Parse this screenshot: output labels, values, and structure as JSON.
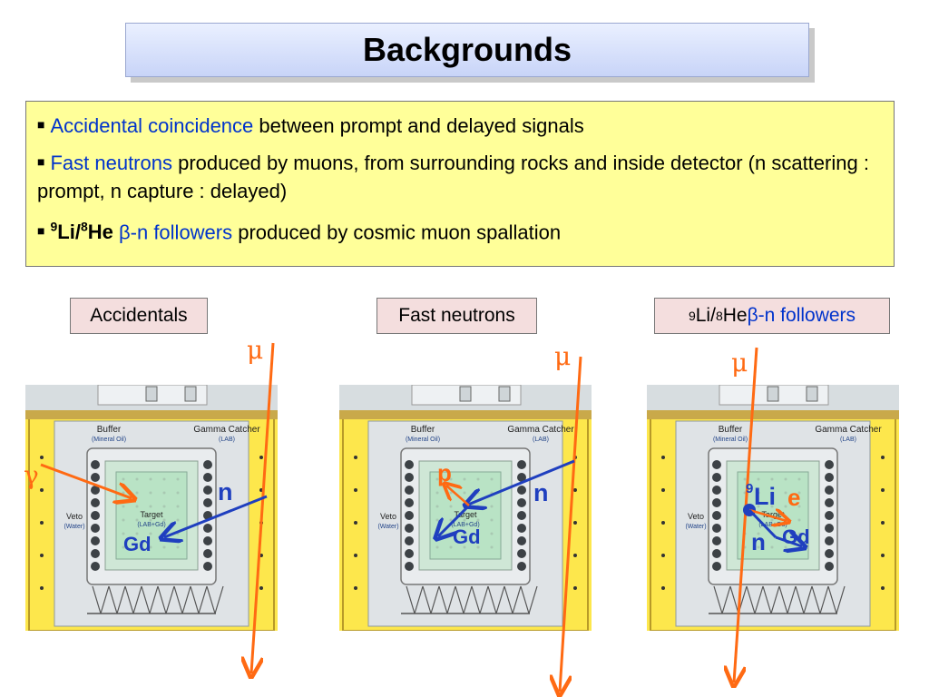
{
  "title": "Backgrounds",
  "bullets": [
    {
      "highlight": "Accidental coincidence",
      "rest": " between prompt and delayed signals"
    },
    {
      "highlight": "Fast neutrons",
      "rest": " produced by muons,  from surrounding rocks and inside detector   (n scattering : prompt,    n capture : delayed)"
    },
    {
      "iso1_mass": "9",
      "iso1": "Li",
      "slash": "/",
      "iso2_mass": "8",
      "iso2": "He",
      "highlight": " β-n followers",
      "rest": " produced by cosmic muon spallation"
    }
  ],
  "panel_labels": {
    "accidentals": "Accidentals",
    "fast_neutrons": "Fast neutrons",
    "li_he": {
      "mass1": "9",
      "iso1": "Li/",
      "mass2": "8",
      "iso2": "He ",
      "rest": "β-n followers"
    }
  },
  "detector_labels": {
    "buffer": "Buffer",
    "buffer_sub": "(Mineral Oil)",
    "gamma_catcher": "Gamma Catcher",
    "gc_sub": "(LAB)",
    "veto": "Veto",
    "veto_sub": "(Water)",
    "target": "Target",
    "target_sub": "(LAB+Gd)"
  },
  "annotations": {
    "mu": "μ",
    "gamma": "γ",
    "n": "n",
    "gd": "Gd",
    "p": "p",
    "li": "Li",
    "li_mass": "9",
    "e": "e"
  },
  "colors": {
    "title_bg": "#dbe3fb",
    "bullet_box_bg": "#ffff99",
    "label_bg": "#f4dede",
    "highlight_text": "#0033cc",
    "muon_arrow": "#ff6a13",
    "neutron_arrow": "#1f3fbf",
    "veto_yellow": "#fde74c",
    "target_green": "#bde7cc"
  }
}
